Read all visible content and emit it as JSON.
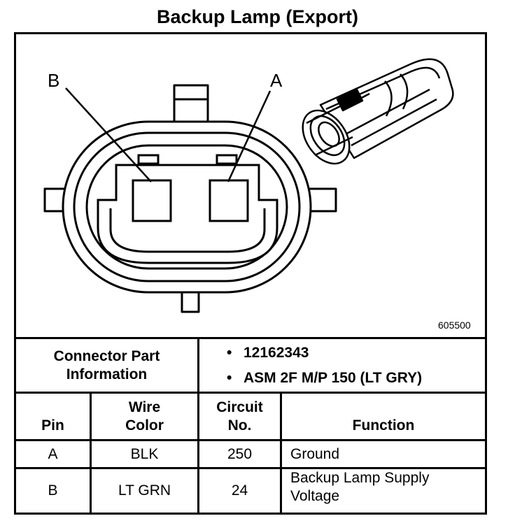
{
  "title": "Backup Lamp (Export)",
  "diagram": {
    "pin_label_b": "B",
    "pin_label_a": "A",
    "ref_code": "605500"
  },
  "connector_info": {
    "label_line1": "Connector Part",
    "label_line2": "Information",
    "items": [
      "12162343",
      "ASM 2F M/P 150 (LT GRY)"
    ]
  },
  "table": {
    "headers": {
      "pin": "Pin",
      "wire_color_line1": "Wire",
      "wire_color_line2": "Color",
      "circuit_line1": "Circuit",
      "circuit_line2": "No.",
      "function": "Function"
    },
    "rows": [
      {
        "pin": "A",
        "wire_color": "BLK",
        "circuit": "250",
        "function_line1": "Ground",
        "function_line2": ""
      },
      {
        "pin": "B",
        "wire_color": "LT GRN",
        "circuit": "24",
        "function_line1": "Backup Lamp Supply",
        "function_line2": "Voltage"
      }
    ]
  }
}
